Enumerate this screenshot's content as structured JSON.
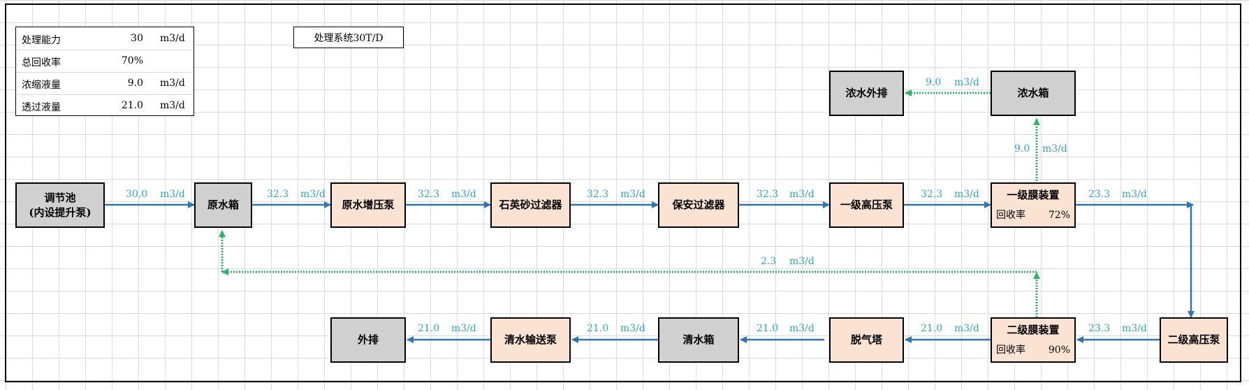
{
  "title": "处理系统30T/D",
  "summary": [
    {
      "label": "处理能力",
      "value": "30",
      "unit": "m3/d"
    },
    {
      "label": "总回收率",
      "value": "70%",
      "unit": ""
    },
    {
      "label": "浓缩液量",
      "value": "9.0",
      "unit": "m3/d"
    },
    {
      "label": "透过液量",
      "value": "21.0",
      "unit": "m3/d"
    }
  ],
  "nodes": {
    "tiaojiechi": {
      "label": "调节池\n(内设提升泵)"
    },
    "yuanshuixiang": {
      "label": "原水箱"
    },
    "yuanshuizengyabeng": {
      "label": "原水增压泵"
    },
    "shiyingshaguolvqi": {
      "label": "石英砂过滤器"
    },
    "baoanguolvqi": {
      "label": "保安过滤器"
    },
    "yijigaoyabeng": {
      "label": "一级高压泵"
    },
    "yijimo": {
      "label": "一级膜装置",
      "recovery_label": "回收率",
      "recovery": "72%"
    },
    "nongshuixiang": {
      "label": "浓水箱"
    },
    "nongshuiwaipai": {
      "label": "浓水外排"
    },
    "erjigaoyabeng": {
      "label": "二级高压泵"
    },
    "erjimo": {
      "label": "二级膜装置",
      "recovery_label": "回收率",
      "recovery": "90%"
    },
    "tuoqita": {
      "label": "脱气塔"
    },
    "qingshuixiang": {
      "label": "清水箱"
    },
    "qingshuishusongbeng": {
      "label": "清水输送泵"
    },
    "waipai": {
      "label": "外排"
    }
  },
  "flows": [
    {
      "value": "30.0",
      "unit": "m3/d"
    },
    {
      "value": "32.3",
      "unit": "m3/d"
    },
    {
      "value": "32.3",
      "unit": "m3/d"
    },
    {
      "value": "32.3",
      "unit": "m3/d"
    },
    {
      "value": "32.3",
      "unit": "m3/d"
    },
    {
      "value": "32.3",
      "unit": "m3/d"
    },
    {
      "value": "23.3",
      "unit": "m3/d"
    },
    {
      "value": "9.0",
      "unit": "m3/d"
    },
    {
      "value": "9.0",
      "unit": "m3/d"
    },
    {
      "value": "2.3",
      "unit": "m3/d"
    },
    {
      "value": "23.3",
      "unit": "m3/d"
    },
    {
      "value": "21.0",
      "unit": "m3/d"
    },
    {
      "value": "21.0",
      "unit": "m3/d"
    },
    {
      "value": "21.0",
      "unit": "m3/d"
    },
    {
      "value": "21.0",
      "unit": "m3/d"
    }
  ],
  "colors": {
    "main_flow": "#2e75b6",
    "recycle_flow": "#2db56a",
    "flow_label": "#2ea4cc",
    "equipment_gray": "#d0d0d0",
    "equipment_peach": "#fbe3d4"
  }
}
